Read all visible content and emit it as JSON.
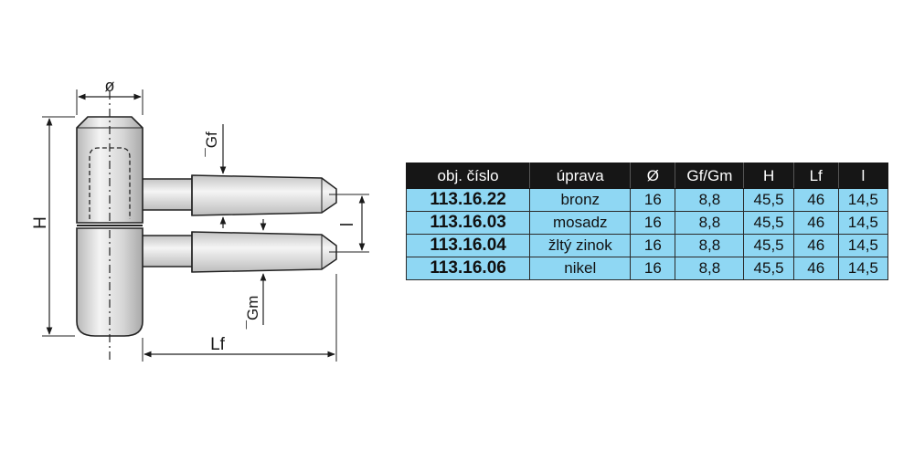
{
  "diagram": {
    "labels": {
      "diameter": "ø",
      "height": "H",
      "gf": "¯Gf",
      "gm": "¯Gm",
      "spacing": "l",
      "length": "Lf"
    }
  },
  "table": {
    "headers": [
      "obj. číslo",
      "úprava",
      "Ø",
      "Gf/Gm",
      "H",
      "Lf",
      "l"
    ],
    "rows": [
      {
        "code": "113.16.22",
        "finish": "bronz",
        "d": "16",
        "g": "8,8",
        "h": "45,5",
        "lf": "46",
        "l": "14,5"
      },
      {
        "code": "113.16.03",
        "finish": "mosadz",
        "d": "16",
        "g": "8,8",
        "h": "45,5",
        "lf": "46",
        "l": "14,5"
      },
      {
        "code": "113.16.04",
        "finish": "žltý zinok",
        "d": "16",
        "g": "8,8",
        "h": "45,5",
        "lf": "46",
        "l": "14,5"
      },
      {
        "code": "113.16.06",
        "finish": "nikel",
        "d": "16",
        "g": "8,8",
        "h": "45,5",
        "lf": "46",
        "l": "14,5"
      }
    ]
  }
}
